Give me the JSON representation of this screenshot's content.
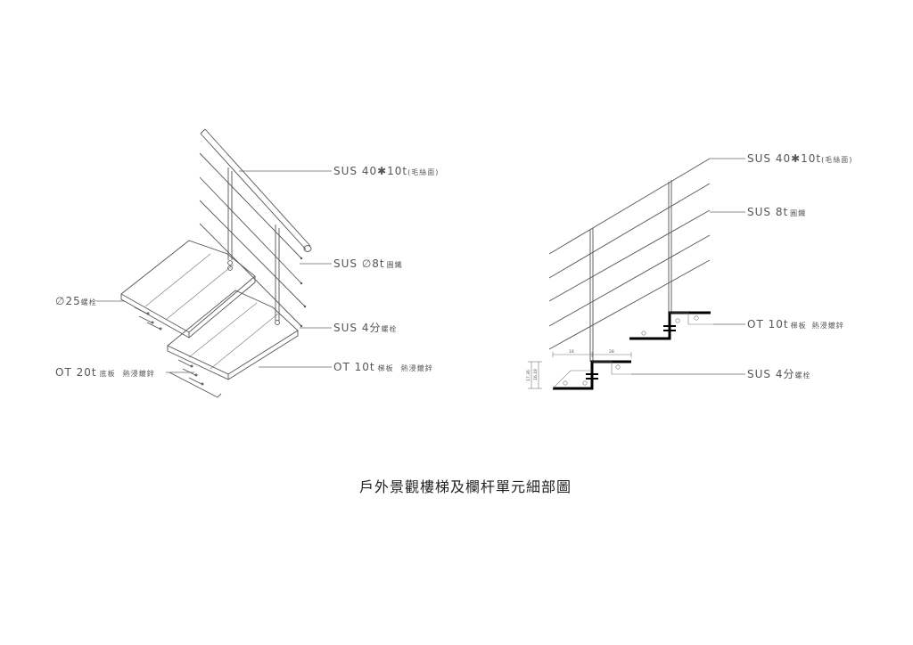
{
  "title": "戶外景觀樓梯及欄杆單元細部圖",
  "left_view": {
    "handrail": {
      "main": "SUS 40✱10t",
      "note": "(毛絲面)"
    },
    "rod": {
      "main": "SUS ∅8t",
      "note": "圓鐵"
    },
    "bolt": {
      "main": "SUS 4分",
      "note": "螺栓"
    },
    "tread": {
      "main": "OT 10t",
      "note1": "梯板",
      "note2": "熱浸鍍鋅"
    },
    "anchor": {
      "main": "∅25",
      "note": "螺栓"
    },
    "base_plate": {
      "main": "OT 20t",
      "note1": "底板",
      "note2": "熱浸鍍鋅"
    }
  },
  "right_view": {
    "handrail": {
      "main": "SUS 40✱10t",
      "note": "(毛絲面)"
    },
    "rod": {
      "main": "SUS 8t",
      "note": "圓鐵"
    },
    "tread": {
      "main": "OT 10t",
      "note1": "梯板",
      "note2": "熱浸鍍鋅"
    },
    "bolt": {
      "main": "SUS 4分",
      "note": "螺栓"
    },
    "dims": {
      "run1": "18",
      "run2": "28",
      "rise_total": "17.36",
      "rise": "16.18"
    }
  }
}
